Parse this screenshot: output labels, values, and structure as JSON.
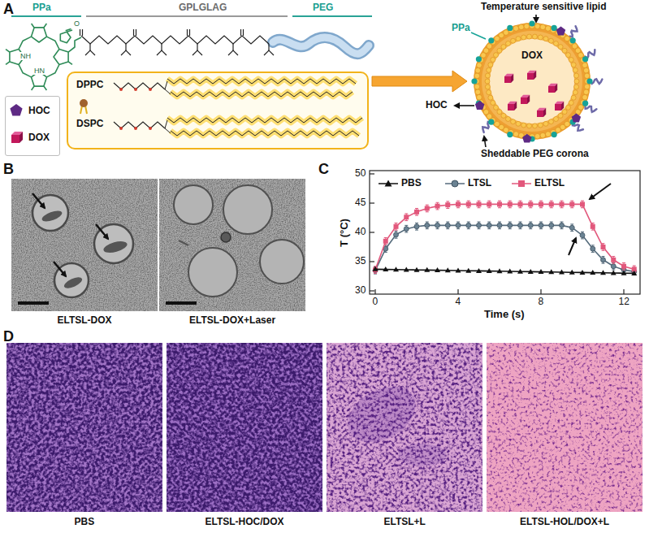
{
  "diagram": {
    "nodes": [
      {
        "text": [
          "PPa",
          "GPLGLAG",
          "PEG"
        ]
      },
      {
        "text": [
          "HOC",
          "DOX"
        ]
      },
      {
        "text": [
          "DPPC",
          "DSPC"
        ]
      },
      {
        "text": [
          "DOX"
        ]
      }
    ],
    "edges": [
      {
        "from": 2,
        "to": 3,
        "arrow": "to"
      }
    ],
    "labels": [
      "A",
      "Temperature sensitive lipid",
      "PPa",
      "HOC",
      "Sheddable PEG corona",
      "NH",
      "HN",
      "O",
      "B",
      "ELTSL-DOX",
      "ELTSL-DOX+Laser",
      "C",
      "T (°C)",
      "Time (s)",
      "50",
      "45",
      "40",
      "35",
      "30",
      "0",
      "4",
      "8",
      "12",
      "D",
      "PBS",
      "ELTSL-HOC/DOX",
      "ELTSL+L",
      "ELTSL-HOL/DOX+L"
    ],
    "legend": [
      {
        "text": "PBS"
      },
      {
        "text": "LTSL"
      },
      {
        "text": "ELTSL"
      }
    ]
  }
}
